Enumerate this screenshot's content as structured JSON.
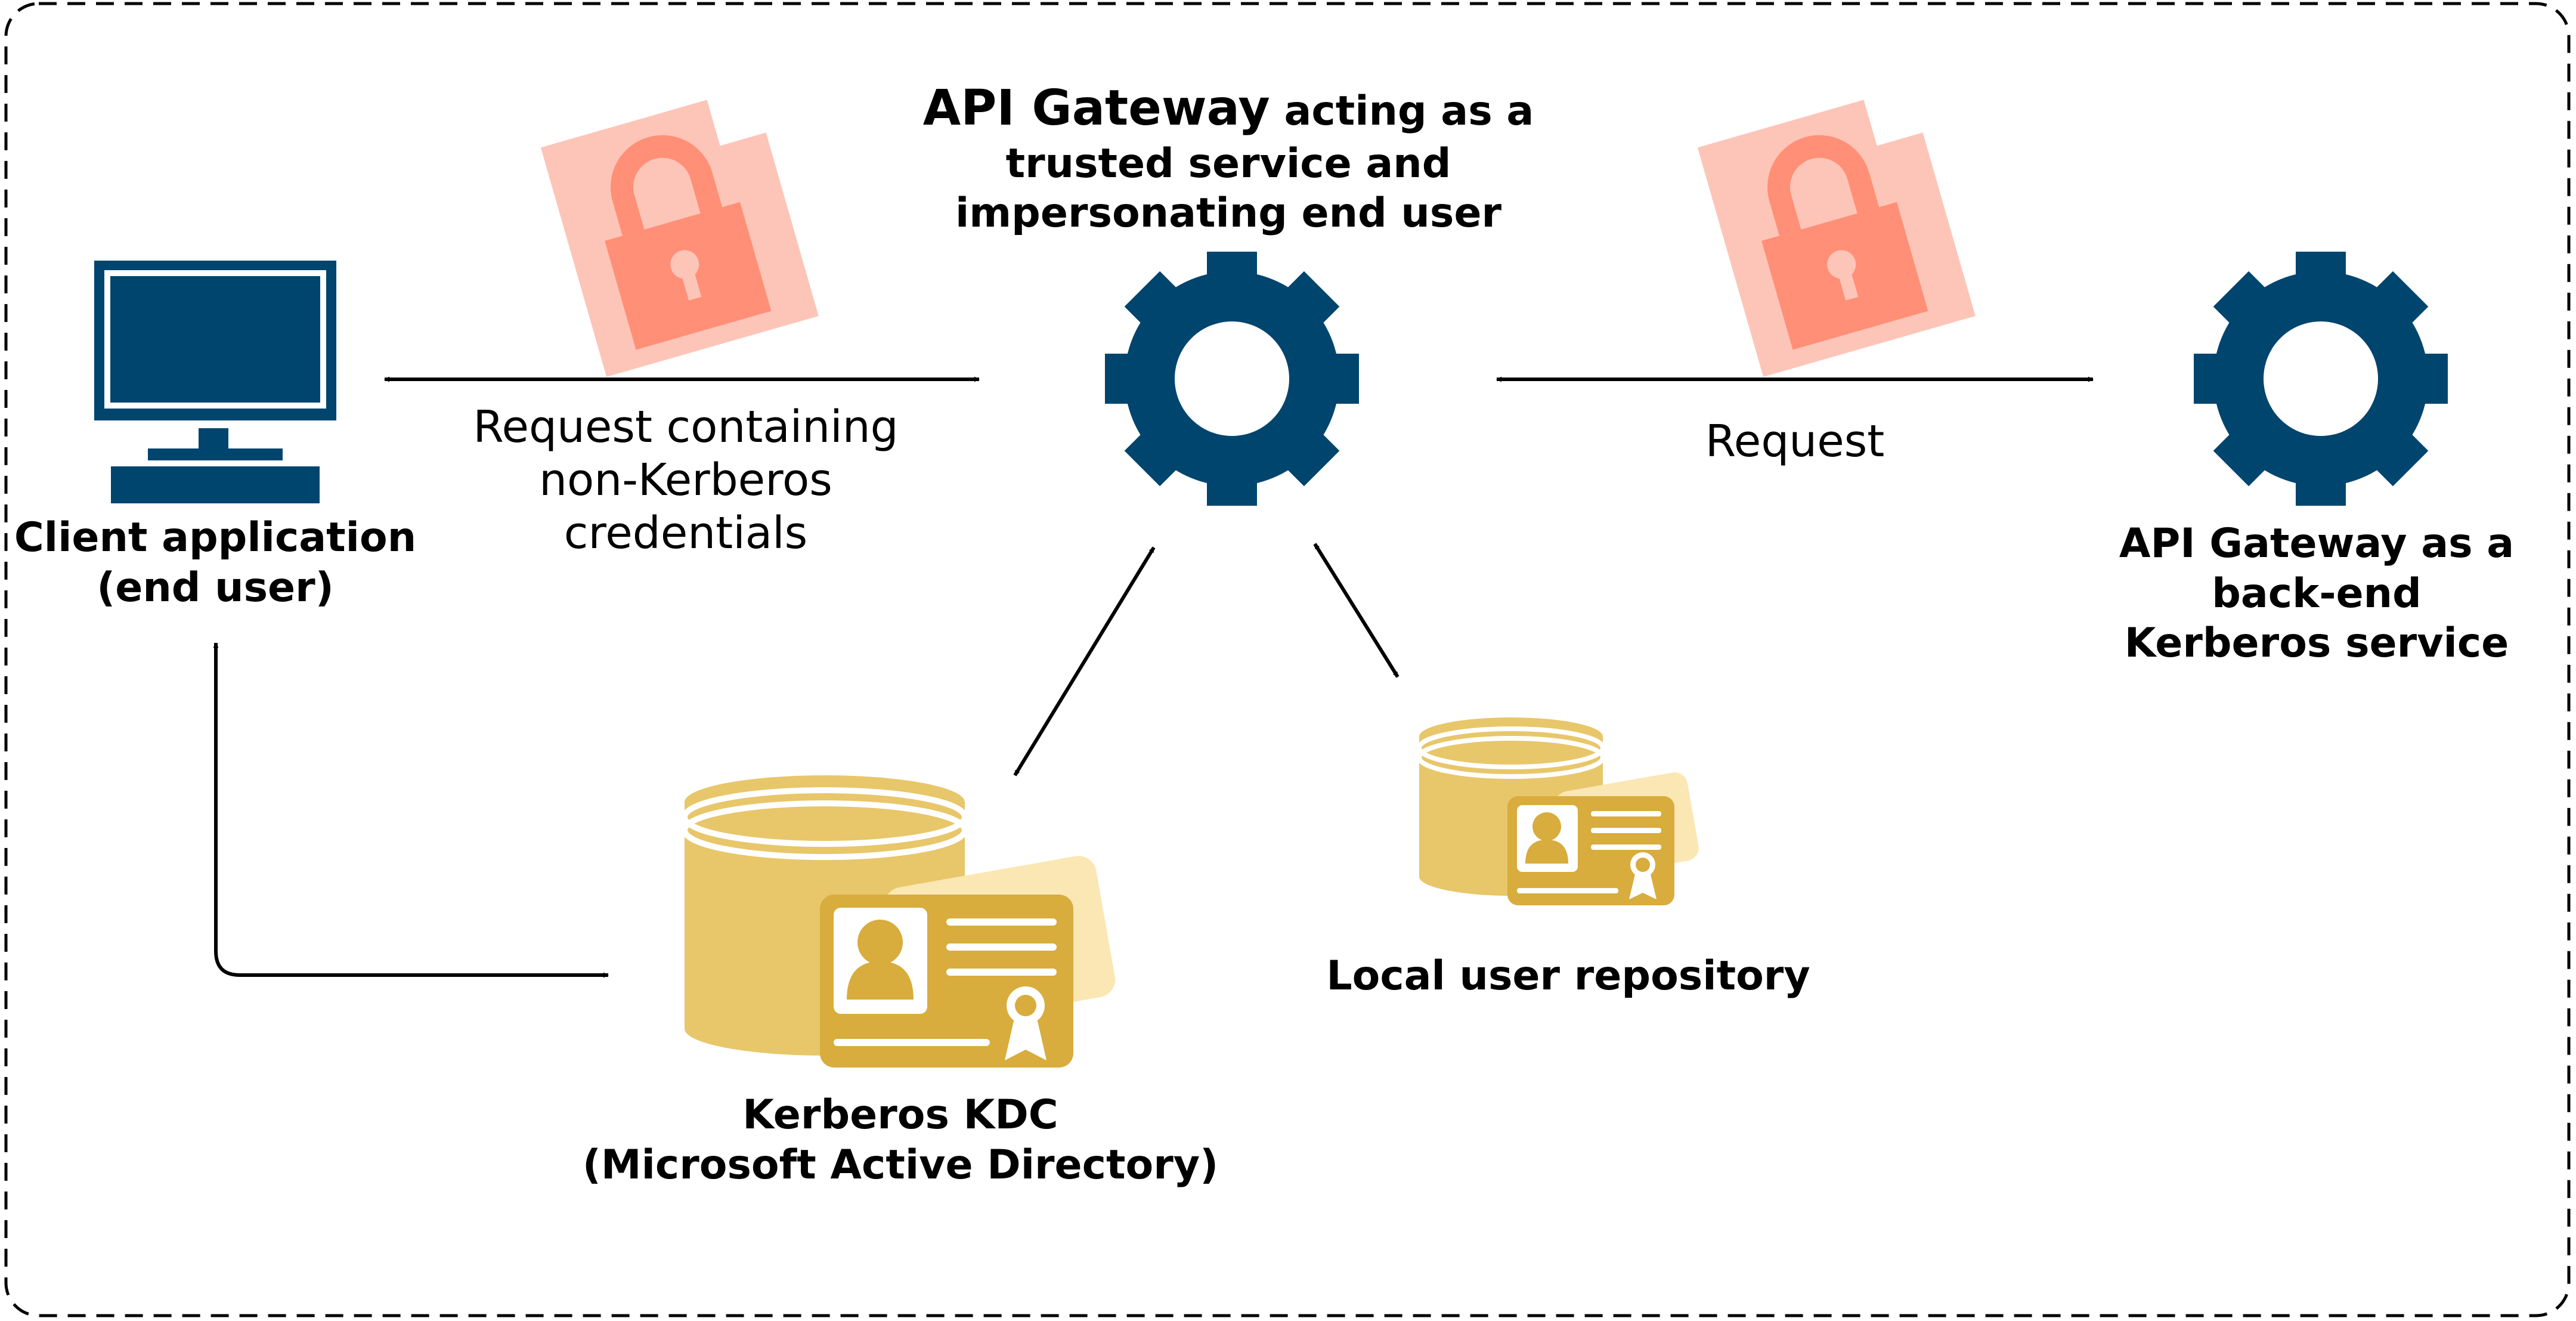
{
  "colors": {
    "navy": "#00456e",
    "gold": "#e8c66a",
    "gold_dark": "#d8ac3d",
    "gold_light": "#fbe7b4",
    "salmon": "#ff8f76",
    "salmon_light": "#fdc5b8",
    "border": "#000000"
  },
  "icons": {
    "client": "computer-monitor-icon",
    "gateway": "gear-icon",
    "backend": "gear-icon",
    "kdc": "database-with-id-card-icon",
    "local_repo": "database-with-id-card-icon",
    "credential_doc": "locked-document-icon"
  },
  "labels": {
    "client_line1": "Client application",
    "client_line2": "(end user)",
    "gateway_title_strong": "API Gateway",
    "gateway_title_rest": " acting as a",
    "gateway_line2": "trusted service and",
    "gateway_line3": "impersonating end user",
    "backend_line1": "API Gateway as a",
    "backend_line2": "back-end",
    "backend_line3": "Kerberos service",
    "request_left_line1": "Request containing",
    "request_left_line2": "non-Kerberos",
    "request_left_line3": "credentials",
    "request_right": "Request",
    "local_repo": "Local user repository",
    "kdc_line1": "Kerberos KDC",
    "kdc_line2": "(Microsoft Active Directory)"
  }
}
